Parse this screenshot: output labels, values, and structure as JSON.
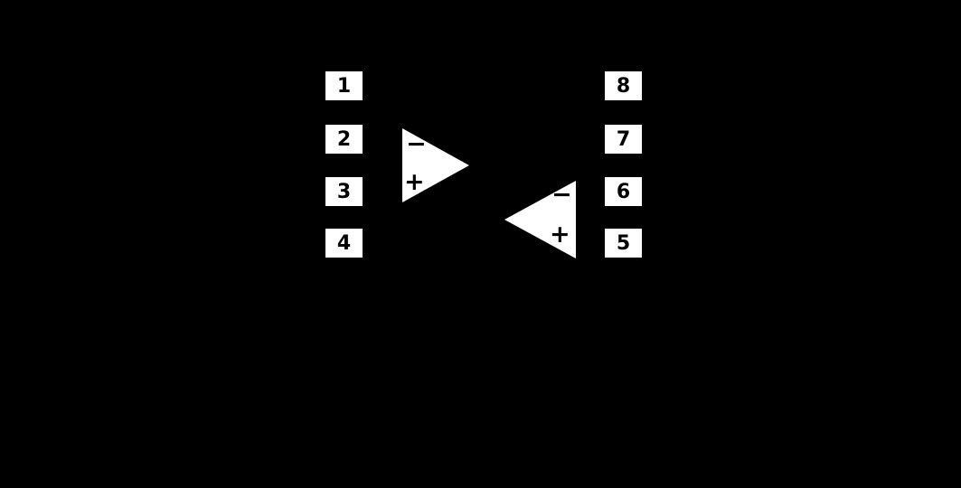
{
  "diagram": {
    "type": "dual-opamp-8pin-pinout",
    "pins_left": [
      {
        "label": "1"
      },
      {
        "label": "2"
      },
      {
        "label": "3"
      },
      {
        "label": "4"
      }
    ],
    "pins_right": [
      {
        "label": "8"
      },
      {
        "label": "7"
      },
      {
        "label": "6"
      },
      {
        "label": "5"
      }
    ],
    "opamp_a": {
      "direction": "right",
      "inverting_label": "−",
      "noninverting_label": "+"
    },
    "opamp_b": {
      "direction": "left",
      "inverting_label": "−",
      "noninverting_label": "+"
    },
    "colors": {
      "background": "#000000",
      "pin_fill": "#ffffff",
      "pin_text": "#000000",
      "symbol_fill": "#ffffff",
      "symbol_text": "#000000"
    }
  }
}
